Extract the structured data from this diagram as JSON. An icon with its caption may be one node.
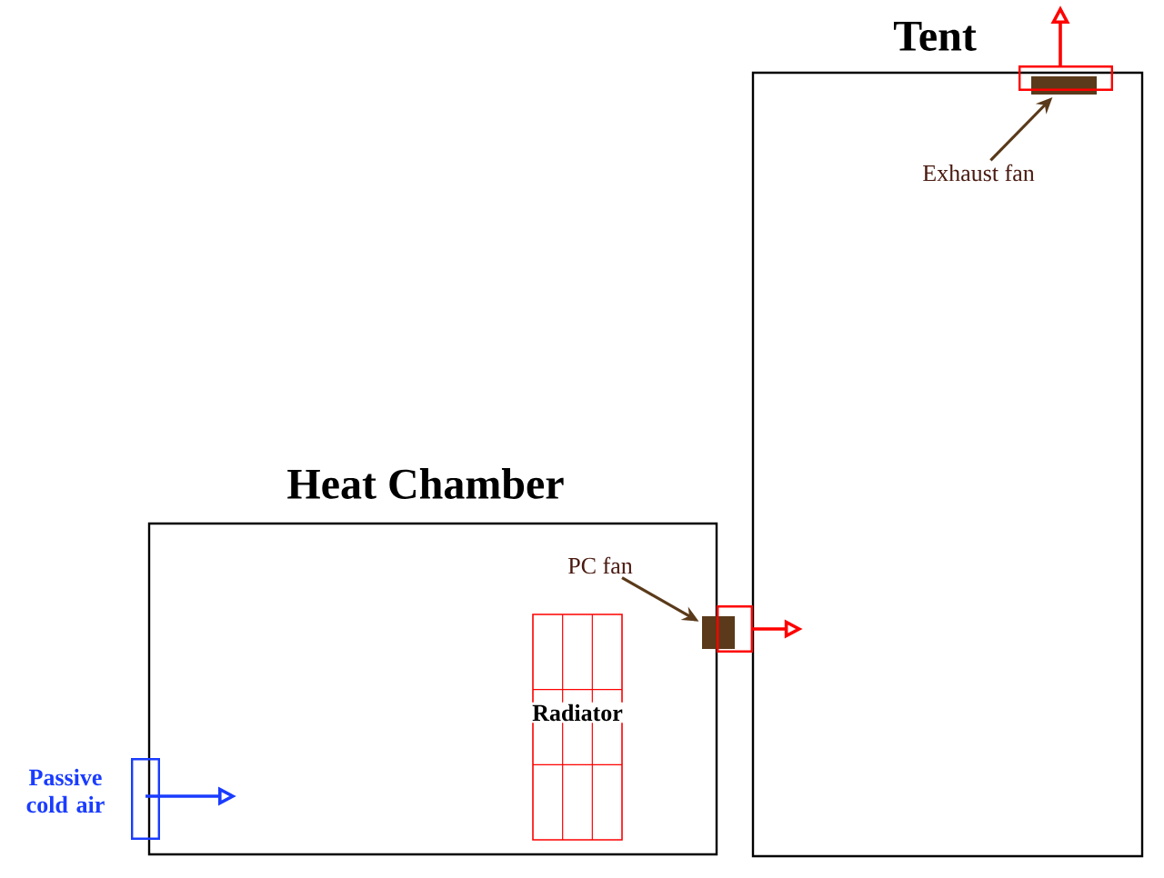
{
  "diagram": {
    "nodes": [
      {
        "text": [
          "Heat Chamber"
        ]
      },
      {
        "text": [
          "Tent"
        ]
      },
      {
        "text": [
          "Radiator"
        ],
        "in": 0
      },
      {
        "text": [
          "PC fan"
        ],
        "in": 0
      },
      {
        "text": [],
        "shape": "box"
      },
      {
        "text": [],
        "shape": "box"
      },
      {
        "text": [
          "Exhaust fan"
        ],
        "in": 1
      },
      {
        "text": [],
        "shape": "box",
        "in": 1
      },
      {
        "text": [],
        "shape": "box"
      },
      {
        "text": [],
        "shape": "box",
        "beside": [
          "Passive cold air"
        ]
      }
    ],
    "edges": [
      {
        "from": 3,
        "to": 4,
        "arrow": "to",
        "color": "#5a3a1a"
      },
      {
        "from": 6,
        "to": 7,
        "arrow": "to",
        "color": "#5a3a1a"
      },
      {
        "from": 5,
        "to": 1,
        "arrow": "to",
        "color": "#ff0000"
      },
      {
        "from": 8,
        "to": null,
        "arrow": "to",
        "color": "#ff0000"
      },
      {
        "from": 9,
        "to": null,
        "arrow": "to",
        "color": "#1a3cff"
      }
    ]
  }
}
